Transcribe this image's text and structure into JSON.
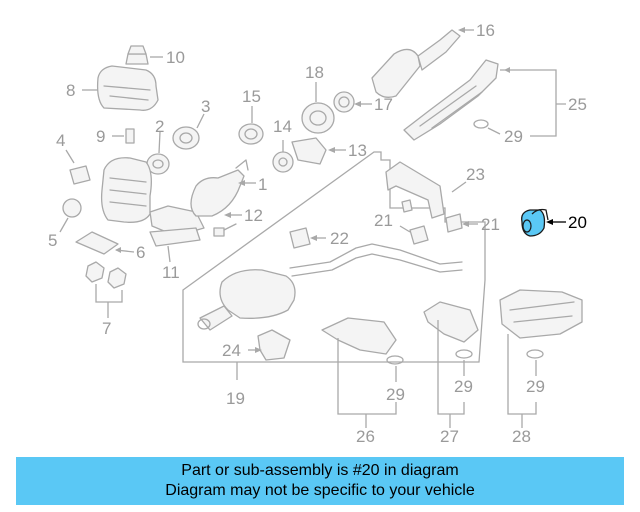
{
  "diagram": {
    "callouts": [
      "1",
      "2",
      "3",
      "4",
      "5",
      "6",
      "7",
      "8",
      "9",
      "10",
      "11",
      "12",
      "13",
      "14",
      "15",
      "16",
      "17",
      "18",
      "19",
      "20",
      "21",
      "21",
      "22",
      "23",
      "24",
      "25",
      "26",
      "27",
      "28",
      "29",
      "29",
      "29",
      "29"
    ],
    "highlight_color": "#5ac8f5"
  },
  "banner": {
    "line1": "Part or sub-assembly is #20 in diagram",
    "line2": "Diagram may not be specific to your vehicle",
    "background": "#5ac8f5"
  }
}
